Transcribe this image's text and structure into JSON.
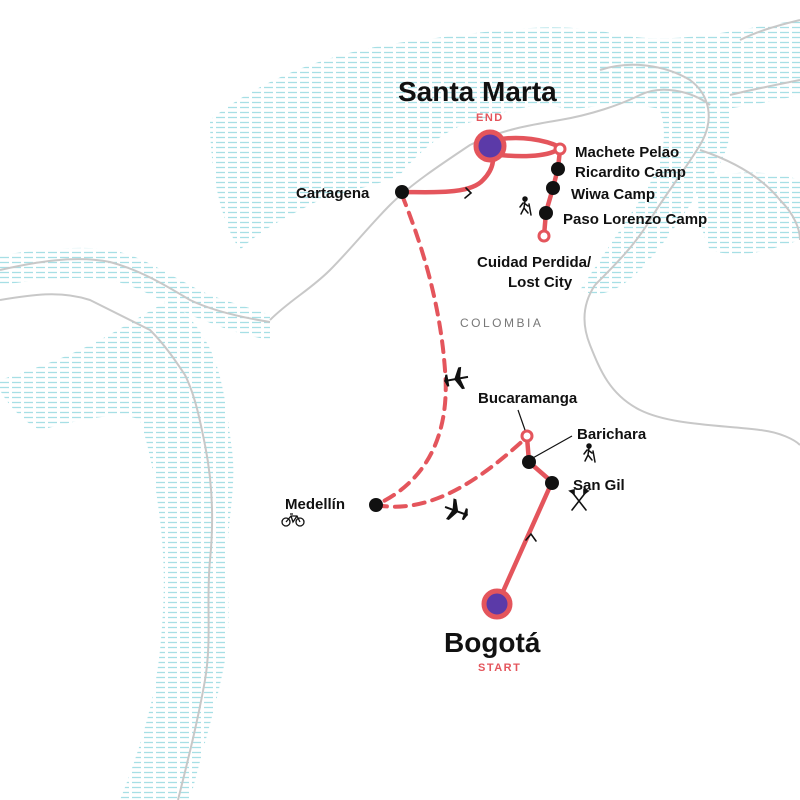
{
  "map": {
    "country_label": "COLOMBIA",
    "colors": {
      "route": "#e4555c",
      "marker_fill": "#5b3aa8",
      "stop": "#111111",
      "border": "#c8c8c8",
      "coast_hatch": "#a6dfe5",
      "tag": "#e4555c"
    },
    "start": {
      "name": "Bogotá",
      "tag": "START"
    },
    "end": {
      "name": "Santa Marta",
      "tag": "END"
    },
    "stops": {
      "cartagena": "Cartagena",
      "machete_pelao": "Machete Pelao",
      "ricardito_camp": "Ricardito Camp",
      "wiwa_camp": "Wiwa Camp",
      "paso_lorenzo_camp": "Paso Lorenzo Camp",
      "lost_city_line1": "Cuidad Perdida/",
      "lost_city_line2": "Lost City",
      "bucaramanga": "Bucaramanga",
      "barichara": "Barichara",
      "san_gil": "San Gil",
      "medellin": "Medellín"
    },
    "icons": [
      "hiking-icon",
      "plane-icon",
      "cycling-icon",
      "rafting-icon"
    ]
  }
}
